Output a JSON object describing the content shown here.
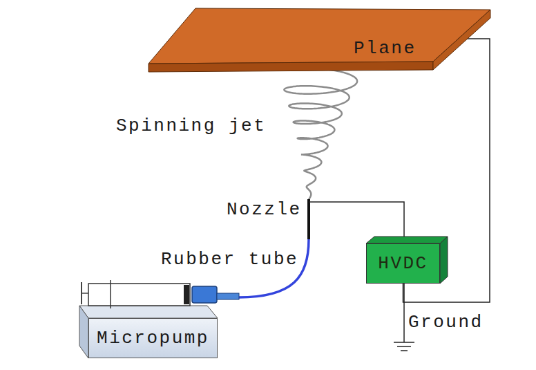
{
  "diagram": {
    "nodes": [
      {
        "text": [
          "Plane"
        ]
      },
      {
        "text": [
          "HVDC"
        ]
      },
      {
        "text": [
          "Micropump"
        ]
      }
    ],
    "edges": [
      {
        "from": 0,
        "to": 1,
        "arrow": "none"
      }
    ],
    "labels": [
      "Spinning jet",
      "Nozzle",
      "Rubber tube",
      "Ground"
    ]
  }
}
